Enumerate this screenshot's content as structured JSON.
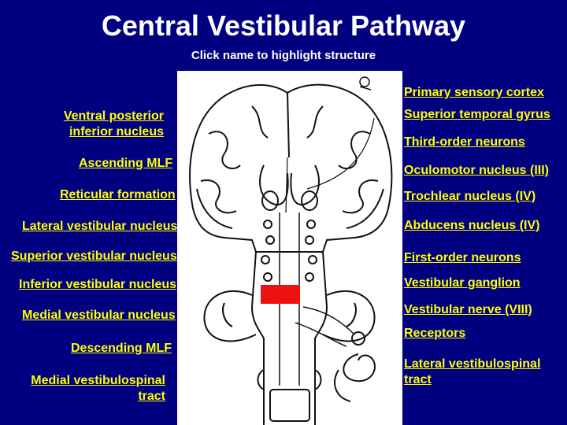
{
  "title": "Central Vestibular Pathway",
  "subtitle": "Click name to highlight structure",
  "labels_left": {
    "ventral_posterior_inferior_nucleus": "Ventral posterior inferior nucleus",
    "ascending_mlf": "Ascending MLF",
    "reticular_formation": "Reticular formation",
    "lateral_vestibular_nucleus": "Lateral vestibular nucleus",
    "superior_vestibular_nucleus": "Superior vestibular nucleus",
    "inferior_vestibular_nucleus": "Inferior vestibular nucleus",
    "medial_vestibular_nucleus": "Medial vestibular nucleus",
    "descending_mlf": "Descending MLF",
    "medial_vestibulospinal_tract": "Medial vestibulospinal tract"
  },
  "labels_right": {
    "primary_sensory_cortex": "Primary sensory cortex",
    "superior_temporal_gyrus": "Superior temporal gyrus",
    "third_order_neurons": "Third-order neurons",
    "oculomotor_nucleus": "Oculomotor nucleus (III)",
    "trochlear_nucleus": "Trochlear nucleus (IV)",
    "abducens_nucleus": "Abducens nucleus (IV)",
    "first_order_neurons": "First-order neurons",
    "vestibular_ganglion": "Vestibular ganglion",
    "vestibular_nerve": "Vestibular nerve (VIII)",
    "receptors": "Receptors",
    "lateral_vestibulospinal_tract": "Lateral vestibulospinal tract"
  },
  "colors": {
    "background": "#000080",
    "label": "#ffff00",
    "title": "#ffffff",
    "highlight": "#ee1111"
  }
}
